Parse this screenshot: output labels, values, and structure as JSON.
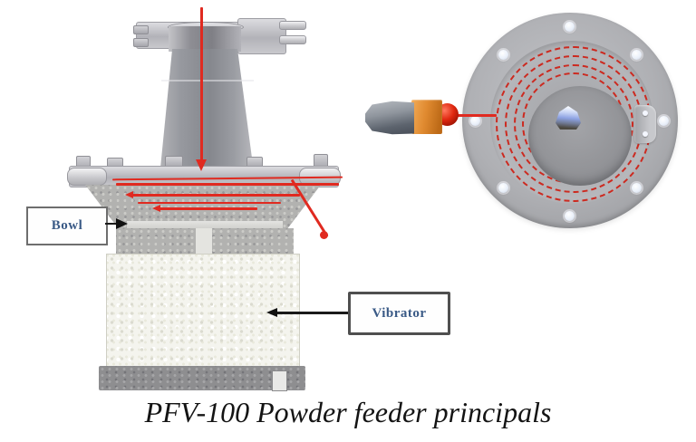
{
  "figure": {
    "caption": "PFV-100 Powder feeder principals"
  },
  "side_view": {
    "labels": {
      "bowl": "Bowl",
      "vibrator": "Vibrator"
    }
  },
  "top_view": {
    "bolt_hole_count": 8,
    "spiral_ring_count": 4
  },
  "icons": {
    "feed_flow": "down-arrow-icon",
    "bowl_pointer": "right-arrow-icon",
    "vibrator_pointer": "left-arrow-icon"
  },
  "colors": {
    "flow_arrow_red": "#e02a20",
    "label_text_blue": "#3a5a86",
    "label_border_gray": "#5a5a5a",
    "metal_gray": "#a8a9ad",
    "outlet_orange": "#e08a30",
    "outlet_red": "#d41808",
    "caption_black": "#141414",
    "background": "#ffffff"
  }
}
